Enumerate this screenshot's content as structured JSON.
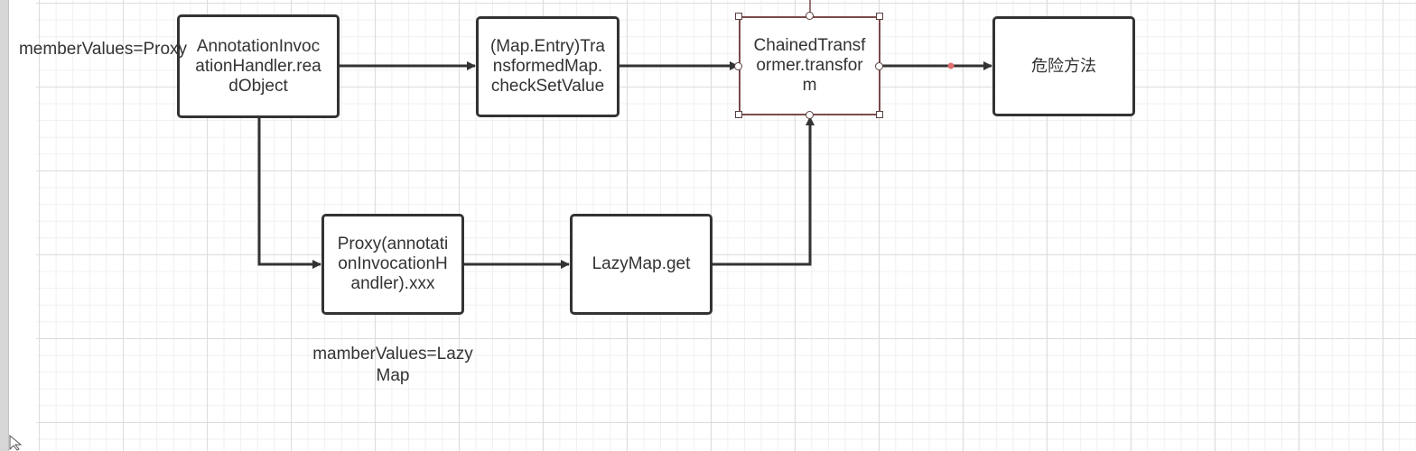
{
  "colors": {
    "stroke": "#333333",
    "selection": "#7a4a4a",
    "connector_dot": "#e07070",
    "grid_major": "#dcdcdc",
    "grid_minor": "#f0f0f0"
  },
  "nodes": {
    "annotation_handler": "AnnotationInvocationHandler.readObject",
    "transformed_map": "(Map.Entry)TransformedMap.checkSetValue",
    "chained_transformer": "ChainedTransformer.transform",
    "dangerous_method": "危险方法",
    "proxy_handler": "Proxy(annotationInvocationHandler).xxx",
    "lazymap_get": "LazyMap.get"
  },
  "labels": {
    "member_values_proxy": "memberValues=Proxy",
    "member_values_lazymap": "mamberValues=LazyMap"
  },
  "icons": {
    "cursor": "mouse-pointer-icon"
  }
}
